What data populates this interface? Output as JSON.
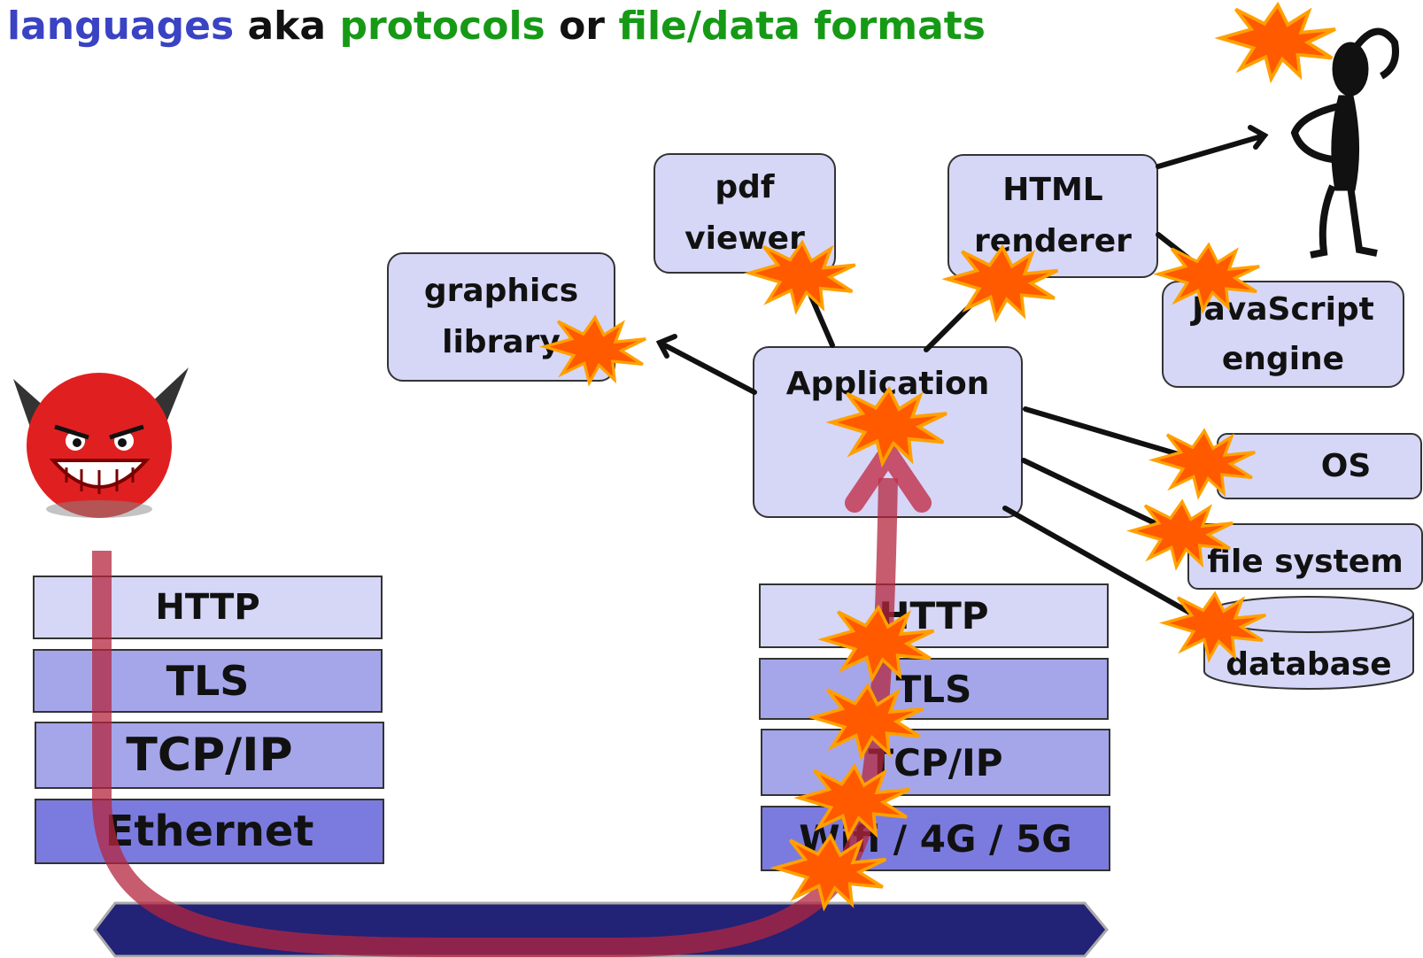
{
  "title": {
    "w1": "languages",
    "w2": "aka",
    "w3": "protocols",
    "w4": "or",
    "w5": "file/data formats"
  },
  "left_stack": [
    "HTTP",
    "TLS",
    "TCP/IP",
    "Ethernet"
  ],
  "right_stack": [
    "HTTP",
    "TLS",
    "TCP/IP",
    "Wifi / 4G / 5G"
  ],
  "components": {
    "application": "Application",
    "graphics_line1": "graphics",
    "graphics_line2": "library",
    "pdf_line1": "pdf",
    "pdf_line2": "viewer",
    "html_line1": "HTML",
    "html_line2": "renderer",
    "js_line1": "JavaScript",
    "js_line2": "engine",
    "os": "OS",
    "filesystem": "file system",
    "database": "database"
  },
  "colors": {
    "title_blue": "#3a43c4",
    "title_green": "#169a16",
    "box_fill": "#d6d6f7",
    "layer_mid": "#a5a6ea",
    "layer_dark": "#7b7bdf",
    "network_bar": "#222277",
    "attack_path": "#c0304a",
    "burst_fill": "#ff5a00",
    "burst_stroke": "#ffa000"
  },
  "icons": [
    "devil-attacker-icon",
    "confused-stick-figure-icon",
    "explosion-burst-icon"
  ]
}
